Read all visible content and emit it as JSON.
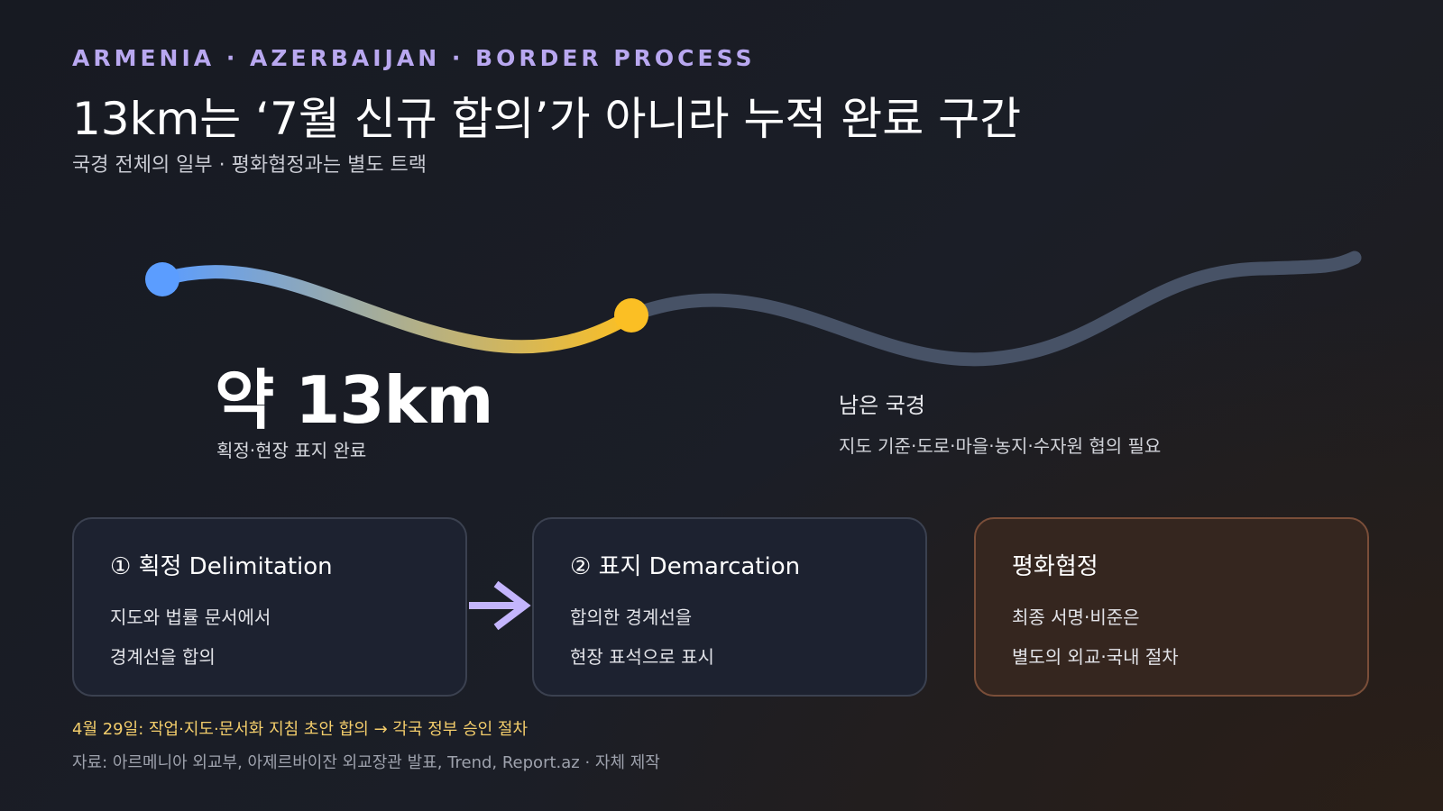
{
  "header": {
    "kicker": "ARMENIA · AZERBAIJAN · BORDER PROCESS",
    "title": "13km는 ‘7월 신규 합의’가 아니라 누적 완료 구간",
    "subtitle": "국경 전체의 일부 · 평화협정과는 별도 트랙"
  },
  "route": {
    "completed_value": "약 13km",
    "completed_label": "획정·현장 표지 완료",
    "remaining_title": "남은 국경",
    "remaining_desc": "지도 기준·도로·마을·농지·수자원 협의 필요",
    "colors": {
      "start": "#5b9dff",
      "end": "#fbbf24",
      "remaining": "#475266"
    }
  },
  "cards": [
    {
      "title": "① 획정 Delimitation",
      "line1": "지도와 법률 문서에서",
      "line2": "경계선을 합의"
    },
    {
      "title": "② 표지 Demarcation",
      "line1": "합의한 경계선을",
      "line2": "현장 표석으로 표시"
    },
    {
      "title": "평화협정",
      "line1": "최종 서명·비준은",
      "line2": "별도의 외교·국내 절차"
    }
  ],
  "colors": {
    "kicker": "#b9a8f0",
    "arrow": "#c4b5fd",
    "note": "#f3cd6b",
    "peace_border": "#7a4e39"
  },
  "footer": {
    "note": "4월 29일: 작업·지도·문서화 지침 초안 합의 → 각국 정부 승인 절차",
    "source": "자료: 아르메니아 외교부, 아제르바이잔 외교장관 발표, Trend, Report.az · 자체 제작"
  }
}
